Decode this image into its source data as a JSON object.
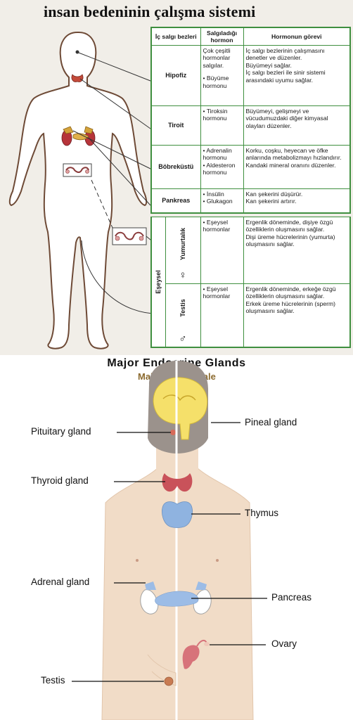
{
  "top": {
    "title": "insan bedeninin çalışma sistemi",
    "headers": [
      "İç salgı bezleri",
      "Salgıladığı hormon",
      "Hormonun görevi"
    ],
    "rows": [
      {
        "gland": "Hipofiz",
        "hormone": [
          "Çok çeşitli hormonlar salgılar.",
          "• Büyüme hormonu"
        ],
        "function": [
          "İç salgı bezlerinin çalışmasını denetler ve düzenler.",
          "Büyümeyi sağlar.",
          "İç salgı bezleri ile sinir sistemi arasındaki uyumu sağlar."
        ]
      },
      {
        "gland": "Tiroit",
        "hormone": [
          "• Tiroksin hormonu"
        ],
        "function": [
          "Büyümeyi, gelişmeyi ve vücudumuzdaki diğer kimyasal olayları düzenler."
        ]
      },
      {
        "gland": "Böbreküstü",
        "hormone": [
          "• Adrenalin hormonu",
          "• Aldesteron hormonu"
        ],
        "function": [
          "Korku, coşku, heyecan ve öfke anlarında metabolizmayı hızlandırır.",
          "Kandaki mineral oranını düzenler."
        ]
      },
      {
        "gland": "Pankreas",
        "hormone": [
          "• İnsülin",
          "• Glukagon"
        ],
        "function": [
          "Kan şekerini düşürür.",
          "Kan şekerini artırır."
        ]
      }
    ],
    "group_label": "Eşeysel",
    "sex_rows": [
      {
        "gland": "Yumurtalık",
        "symbol": "♀",
        "hormone": [
          "• Eşeysel hormonlar"
        ],
        "function": [
          "Ergenlik döneminde, dişiye özgü özelliklerin oluşmasını sağlar.",
          "Dişi üreme hücrelerinin (yumurta) oluşmasını sağlar."
        ]
      },
      {
        "gland": "Testis",
        "symbol": "♂",
        "hormone": [
          "• Eşeysel hormonlar"
        ],
        "function": [
          "Ergenlik döneminde, erkeğe özgü özelliklerin oluşmasını sağlar.",
          "Erkek üreme hücrelerinin (sperm) oluşmasını sağlar."
        ]
      }
    ],
    "colors": {
      "table_border": "#3f8f3f",
      "skin_outline": "#6e4a36",
      "thyroid": "#c44a3a",
      "adrenal": "#d4a23a"
    }
  },
  "bottom": {
    "title": "Major Endocrine Glands",
    "male": "Male",
    "female": "Female",
    "labels": {
      "pituitary": "Pituitary gland",
      "thyroid": "Thyroid gland",
      "adrenal": "Adrenal gland",
      "testis": "Testis",
      "pineal": "Pineal gland",
      "thymus": "Thymus",
      "pancreas": "Pancreas",
      "ovary": "Ovary"
    },
    "colors": {
      "brain": "#f5e06a",
      "thyroid": "#c9525a",
      "thymus": "#8fb3e0",
      "pancreas": "#9cbce6",
      "skin": "#f1dcc7",
      "ovary": "#d7737a"
    }
  }
}
